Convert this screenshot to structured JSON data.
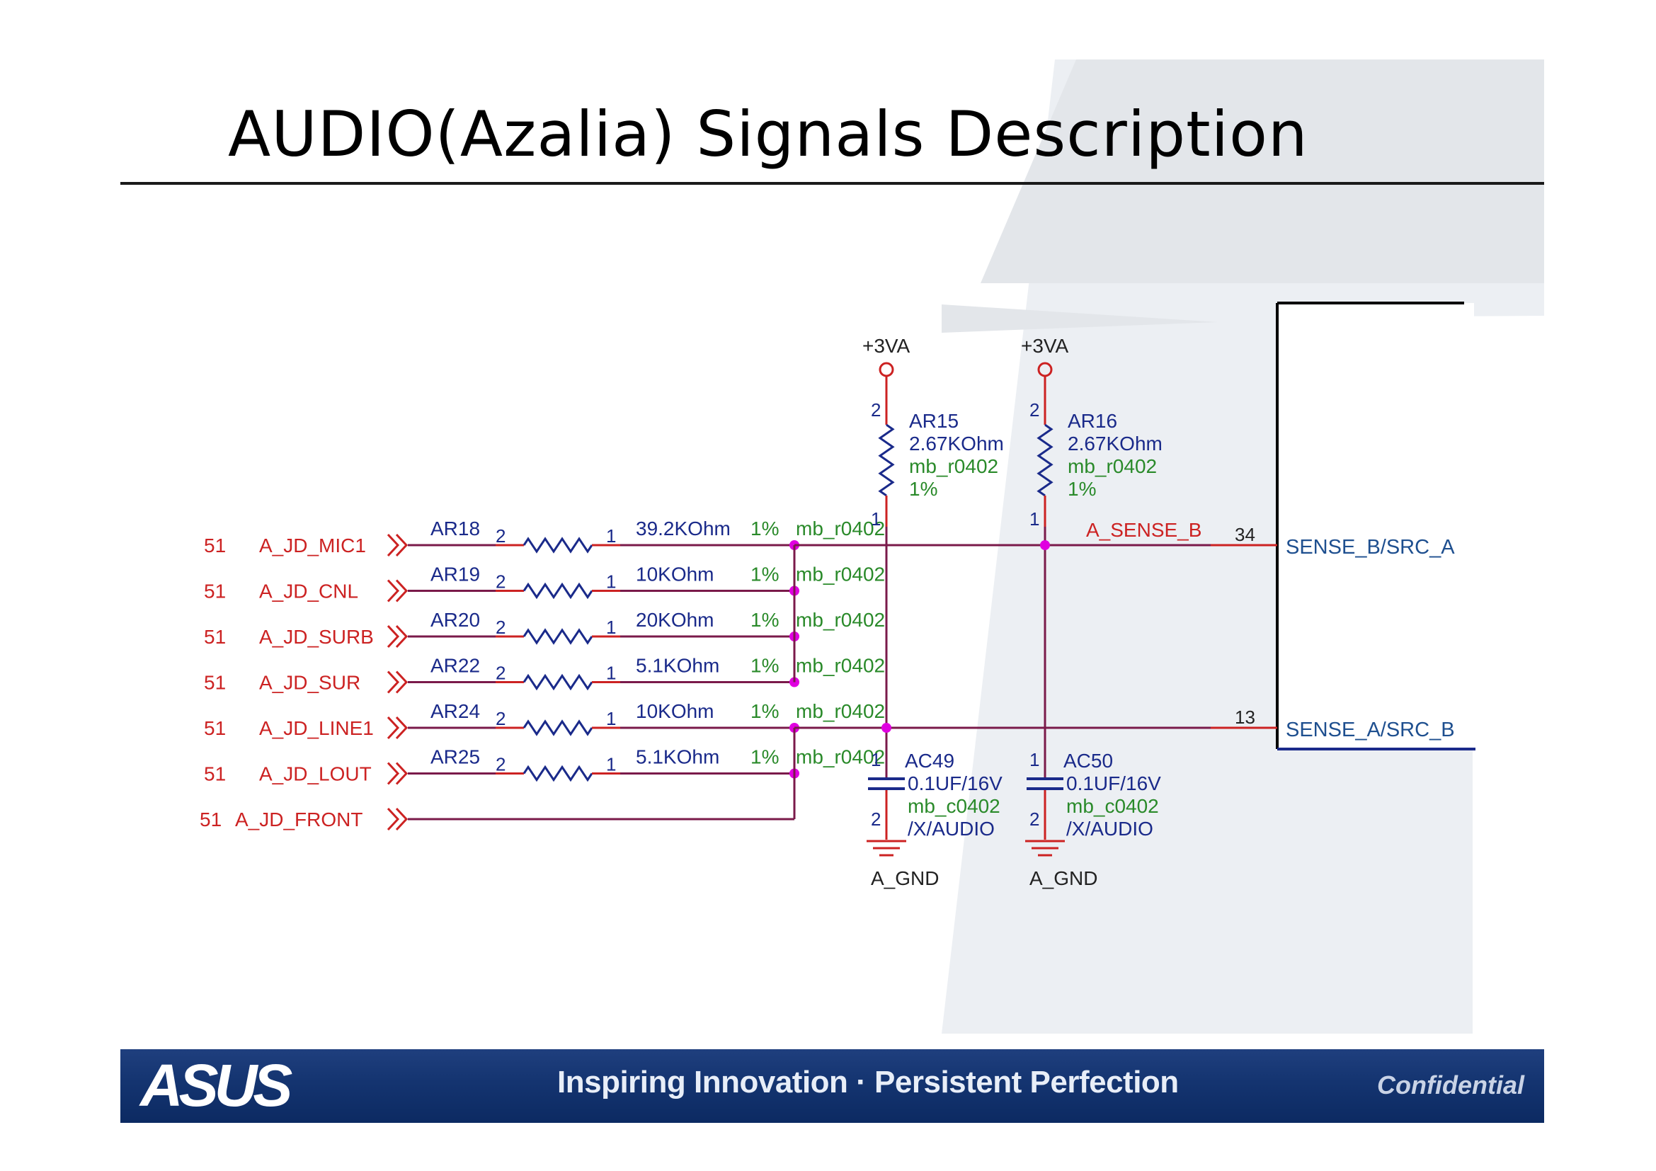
{
  "slide": {
    "title": "AUDIO(Azalia) Signals Description"
  },
  "schematic": {
    "nets": [
      {
        "page": "51",
        "name": "A_JD_MIC1",
        "resistor": "AR18",
        "value": "39.2KOhm",
        "tol": "1%",
        "pkg": "mb_r0402",
        "pin_a": "2",
        "pin_b": "1"
      },
      {
        "page": "51",
        "name": "A_JD_CNL",
        "resistor": "AR19",
        "value": "10KOhm",
        "tol": "1%",
        "pkg": "mb_r0402",
        "pin_a": "2",
        "pin_b": "1"
      },
      {
        "page": "51",
        "name": "A_JD_SURB",
        "resistor": "AR20",
        "value": "20KOhm",
        "tol": "1%",
        "pkg": "mb_r0402",
        "pin_a": "2",
        "pin_b": "1"
      },
      {
        "page": "51",
        "name": "A_JD_SUR",
        "resistor": "AR22",
        "value": "5.1KOhm",
        "tol": "1%",
        "pkg": "mb_r0402",
        "pin_a": "2",
        "pin_b": "1"
      },
      {
        "page": "51",
        "name": "A_JD_LINE1",
        "resistor": "AR24",
        "value": "10KOhm",
        "tol": "1%",
        "pkg": "mb_r0402",
        "pin_a": "2",
        "pin_b": "1"
      },
      {
        "page": "51",
        "name": "A_JD_LOUT",
        "resistor": "AR25",
        "value": "5.1KOhm",
        "tol": "1%",
        "pkg": "mb_r0402",
        "pin_a": "2",
        "pin_b": "1"
      }
    ],
    "front_net": {
      "page": "51",
      "name": "A_JD_FRONT"
    },
    "pullups": [
      {
        "rail": "+3VA",
        "ref": "AR15",
        "value": "2.67KOhm",
        "pkg": "mb_r0402",
        "tol": "1%",
        "pin_top": "2",
        "pin_bottom": "1"
      },
      {
        "rail": "+3VA",
        "ref": "AR16",
        "value": "2.67KOhm",
        "pkg": "mb_r0402",
        "tol": "1%",
        "pin_top": "2",
        "pin_bottom": "1"
      }
    ],
    "caps": [
      {
        "ref": "AC49",
        "value": "0.1UF/16V",
        "pkg": "mb_c0402",
        "group": "/X/AUDIO",
        "gnd": "A_GND",
        "pin_top": "1",
        "pin_bottom": "2"
      },
      {
        "ref": "AC50",
        "value": "0.1UF/16V",
        "pkg": "mb_c0402",
        "group": "/X/AUDIO",
        "gnd": "A_GND",
        "pin_top": "1",
        "pin_bottom": "2"
      }
    ],
    "sense_b_net": "A_SENSE_B",
    "codec_pins": [
      {
        "num": "34",
        "name": "SENSE_B/SRC_A"
      },
      {
        "num": "13",
        "name": "SENSE_A/SRC_B"
      }
    ]
  },
  "footer": {
    "logo_text": "ASUS",
    "tagline": "Inspiring Innovation · Persistent Perfection",
    "confidential": "Confidential"
  },
  "colors": {
    "wire": "#7a1a4a",
    "netlabel": "#cc2222",
    "component": "#1a2a8a",
    "package": "#2a8a2a",
    "junction": "#e000e0",
    "footer": "#143470"
  }
}
